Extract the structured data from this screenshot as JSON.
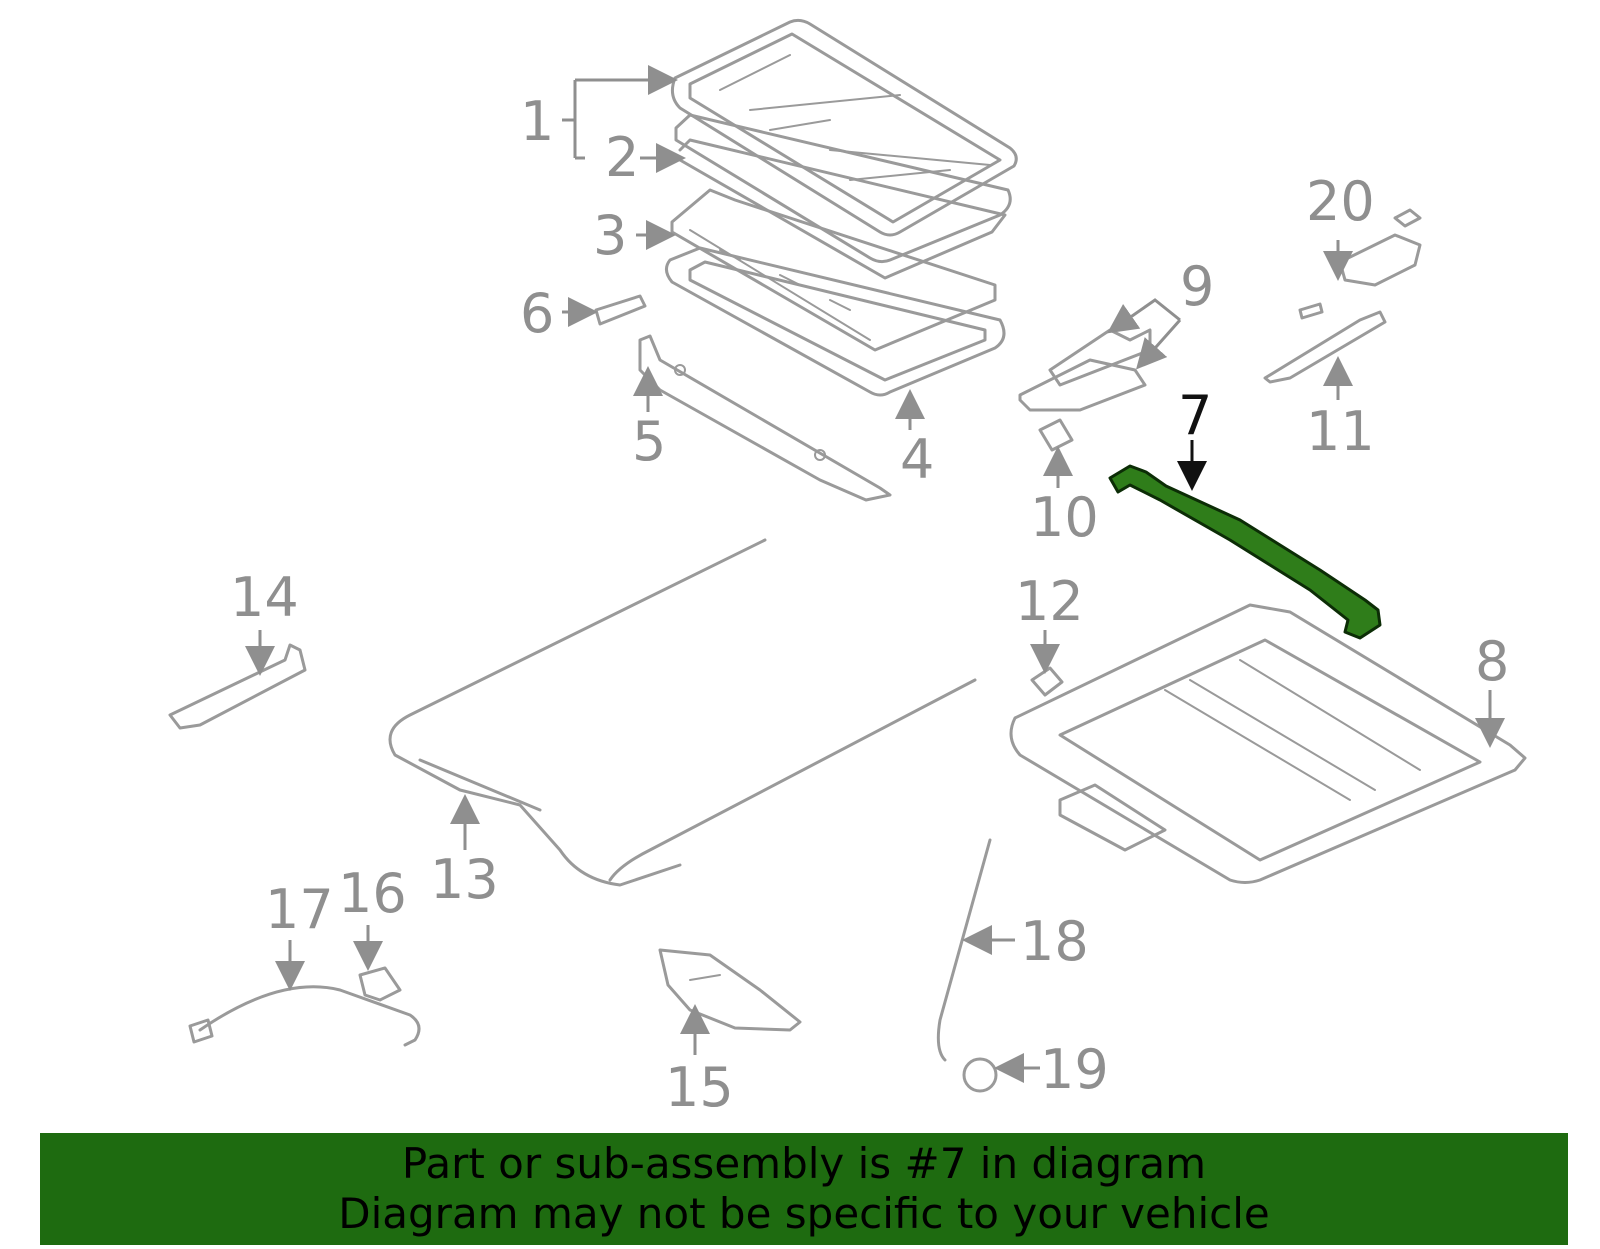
{
  "labels": {
    "p1": "1",
    "p2": "2",
    "p3": "3",
    "p4": "4",
    "p5": "5",
    "p6": "6",
    "p7": "7",
    "p8": "8",
    "p9": "9",
    "p10": "10",
    "p11": "11",
    "p12": "12",
    "p13": "13",
    "p14": "14",
    "p15": "15",
    "p16": "16",
    "p17": "17",
    "p18": "18",
    "p19": "19",
    "p20": "20"
  },
  "highlight_part": "7",
  "colors": {
    "highlight": "#2f7d1a",
    "banner": "#1e6b10",
    "line": "#9a9a9a"
  },
  "banner": {
    "line1": "Part or sub-assembly is #7 in diagram",
    "line2": "Diagram may not be specific to your vehicle"
  }
}
